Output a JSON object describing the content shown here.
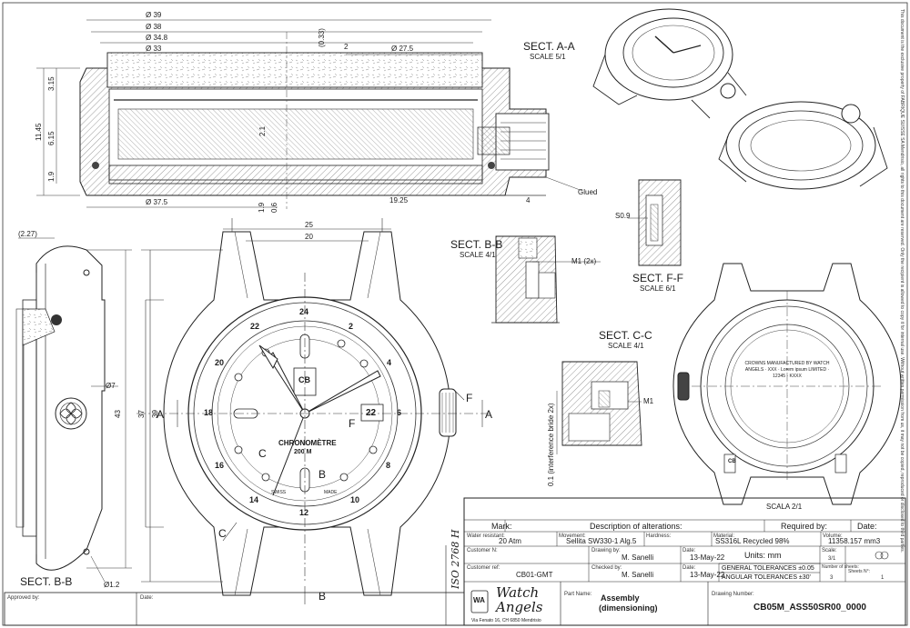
{
  "section_aa": {
    "title": "SECT. A-A",
    "scale": "SCALE 5/1",
    "dims_top": [
      "Ø 39",
      "Ø 38",
      "Ø 34.8",
      "Ø 33",
      "(0.33)",
      "2",
      "Ø 27.5"
    ],
    "dims_left": [
      "3.15",
      "11.45",
      "6.15",
      "1.9"
    ],
    "dims_bottom": [
      "Ø 37.5",
      "1.9",
      "0.6",
      "19.25",
      "4"
    ],
    "inner_dim": "2.1",
    "glued": "Glued"
  },
  "section_bb_detail": {
    "title": "SECT. B-B",
    "scale": "SCALE 4/1",
    "callout": "M1 (2x)"
  },
  "section_ff": {
    "title": "SECT. F-F",
    "scale": "SCALE 6/1",
    "callout": "S0.9"
  },
  "section_cc": {
    "title": "SECT. C-C",
    "scale": "SCALE 4/1",
    "callout": "M1",
    "note": "0.1 (interference bride 2x)"
  },
  "side_view": {
    "title": "SECT. B-B",
    "dims": [
      "(2.27)",
      "Ø7",
      "43",
      "Ø1.2"
    ]
  },
  "front_view": {
    "dims": [
      "25",
      "20",
      "37",
      "39"
    ],
    "markers": [
      "A",
      "A",
      "B",
      "B",
      "C",
      "C",
      "F",
      "F"
    ],
    "dial_text": [
      "CHRONOMÈTRE",
      "200 M",
      "SWISS",
      "MADE",
      "22",
      "CB"
    ],
    "bezel_numbers": [
      "24",
      "2",
      "4",
      "6",
      "8",
      "10",
      "12",
      "14",
      "16",
      "18",
      "20",
      "22"
    ]
  },
  "back_view": {
    "scale": "SCALA 2/1",
    "ring_text": "CROWNS MANUFACTURED BY WATCH ANGELS · XXX · Lorem ipsum LIMITED · 12345 · KXXX",
    "logo": "CB"
  },
  "notice": "This document is the exclusive property of FABRIQUE SUISSE SA Mendrisio, all rights to this document are reserved. Only the recipient is allowed to copy it for internal use. Without written permission from us, it may not be copied, reproduced or disclosed to third parties.",
  "title_block": {
    "alterations": {
      "mark": "Mark:",
      "description": "Description of alterations:",
      "required_by": "Required by:",
      "date": "Date:"
    },
    "water_resistant": {
      "label": "Water resistant:",
      "value": "20 Atm"
    },
    "movement": {
      "label": "Movement:",
      "value": "Sellita SW330-1  Alg.5"
    },
    "hardness": {
      "label": "Hardness:",
      "value": ""
    },
    "material": {
      "label": "Material:",
      "value": "SS316L Recycled 98%"
    },
    "volume": {
      "label": "Volume:",
      "value": "11358.157 mm3"
    },
    "customer_n": {
      "label": "Customer N:",
      "value": ""
    },
    "drawing_by": {
      "label": "Drawing by:",
      "value": "M. Sanelli"
    },
    "date1": {
      "label": "Date:",
      "value": "13-May-22"
    },
    "units": "Units: mm",
    "scale": {
      "label": "Scale:",
      "value": "3/1"
    },
    "customer_ref": {
      "label": "Customer ref:",
      "value": "CB01-GMT"
    },
    "checked_by": {
      "label": "Checked by:",
      "value": "M. Sanelli"
    },
    "date2": {
      "label": "Date:",
      "value": "13-May-22"
    },
    "general_tol": "GENERAL TOLERANCES ±0.05",
    "angular_tol": "ANGULAR TOLERANCES ±30'",
    "num_sheets": {
      "label": "Number of sheets:",
      "value": "3"
    },
    "sheet_n": {
      "label": "Sheets N°:",
      "value": "1"
    },
    "iso": "ISO 2768 H",
    "approved_by": "Approved by:",
    "approved_date": "Date:",
    "brand_line1": "Watch",
    "brand_line2": "Angels",
    "brand_logo": "WA",
    "address": "Via Fenato 16, CH 6850 Mendrisio",
    "part_name": {
      "label": "Part Name:",
      "value_1": "Assembly",
      "value_2": "(dimensioning)"
    },
    "drawing_number": {
      "label": "Drawing Number:",
      "value": "CB05M_ASS50SR00_0000"
    }
  }
}
